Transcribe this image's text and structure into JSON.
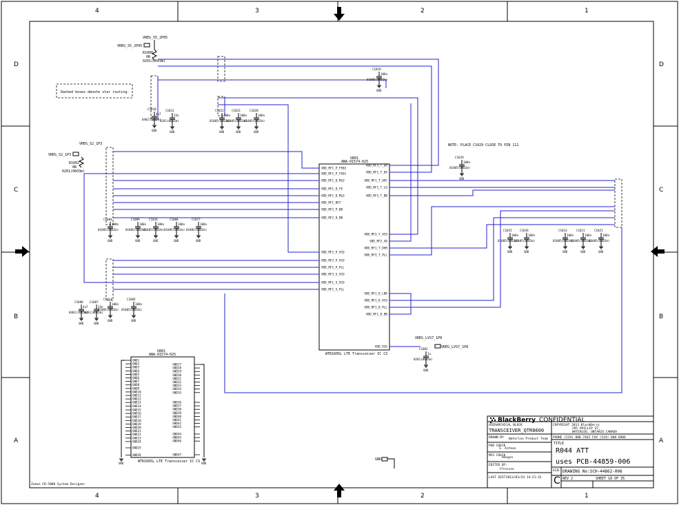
{
  "frame": {
    "columns": [
      "4",
      "3",
      "2",
      "1"
    ],
    "rows": [
      "D",
      "C",
      "B",
      "A"
    ]
  },
  "note_dashed": "Dashed boxes denote star routing.",
  "note_place": "NOTE: PLACE C1029 CLOSE TO PIN 111",
  "footer_tool": "Zuken CR-5000 System Designer",
  "gnd_label": "GND",
  "rails": {
    "vreg_s5": "VREG_S5_2P05",
    "vreg_l2": "VREG_S2_1P3",
    "vreg_lvs": "VREG_LVS7_1P8"
  },
  "ic_main": {
    "ref": "U801",
    "part": "ANA-01574-025",
    "caption": "WTR1605L LTE Transceiver IC CS",
    "left_pins": [
      "VDD_RF1_P_FE02",
      "VDD_RF1_P_FE01",
      "VDD_RF1_D_MLO",
      "VDD_RF1_D_FE",
      "VDD_RF1_D_MLO",
      "VDD_RF1_DET",
      "VDD_RF2_P_BB",
      "VDD_RF2_D_BB",
      "VDD_RF2_P_VCO",
      "VDD_RF2_P_VCO",
      "VDD_RF1_P_PLL",
      "VDD_RF3_S_VCO",
      "VDD_RF1_S_VCO",
      "VDD_RF1_S_PLL"
    ],
    "right_pins": [
      "VDD_RF3_T_DA",
      "VDD_RF1_T_DA",
      "VDD_RF1_T_UPC",
      "VDD_RF1_T_LO",
      "VDD_RF3_T_BB",
      "VDD_RF3_T_VCO",
      "VDD_RF2_XO",
      "VDD_RF1_T_DVH",
      "VDD_RF3_T_PLL",
      "VDD_RF1_D_LNA",
      "VDD_RF1_D_VCO",
      "VDD_RF1_D_PLL",
      "VDD_RF1_D_BB",
      "VDD_DIG"
    ]
  },
  "ic_gnd": {
    "ref": "U801",
    "part": "ANA-01574-025",
    "caption": "WTR1605L LTE Transceiver IC CS",
    "left_pins": [
      "GND1",
      "GND2",
      "GND3",
      "GND4",
      "GND5",
      "GND6",
      "GND7",
      "GND8",
      "GND9",
      "GND10",
      "GND11",
      "GND12",
      "GND13",
      "GND14",
      "GND15",
      "GND16",
      "GND17",
      "GND18",
      "GND19",
      "GND20",
      "GND21",
      "GND22",
      "GND23",
      "GND24",
      "GND25",
      "GND26"
    ],
    "right_pins": [
      "GND27",
      "GND28",
      "GND29",
      "GND30",
      "GND31",
      "GND32",
      "GND33",
      "GND34",
      "GND35",
      "GND36",
      "GND37",
      "GND38",
      "GND39",
      "GND40",
      "GND41",
      "GND42",
      "GND43",
      "GND44",
      "GND45",
      "GND46",
      "GND47"
    ]
  },
  "caps": [
    {
      "ref": "R1008",
      "val": "0R",
      "pkg": "0201(0603m)"
    },
    {
      "ref": "C1010",
      "val": "4u7",
      "pkg": "0402(1005m)"
    },
    {
      "ref": "C1012",
      "val": "33n",
      "pkg": "0201(0603m)"
    },
    {
      "ref": "C1019",
      "val": "100n",
      "pkg": "01005(0402m)"
    },
    {
      "ref": "C1022",
      "val": "100n",
      "pkg": "01005(0402m)"
    },
    {
      "ref": "C1023",
      "val": "100n",
      "pkg": "01005(0402m)"
    },
    {
      "ref": "C1020",
      "val": "100n",
      "pkg": "01005(0402m)"
    },
    {
      "ref": "R1002",
      "val": "0R",
      "pkg": "0201(0603m)"
    },
    {
      "ref": "C1029",
      "val": "100n",
      "pkg": "01005(0402m)"
    },
    {
      "ref": "C1004",
      "val": "100n",
      "pkg": "01005(0402m)"
    },
    {
      "ref": "C1009",
      "val": "100n",
      "pkg": "01005(0402m)"
    },
    {
      "ref": "C1026",
      "val": "100n",
      "pkg": "01005(0402m)"
    },
    {
      "ref": "C1006",
      "val": "100n",
      "pkg": "01005(0402m)"
    },
    {
      "ref": "C1017",
      "val": "100n",
      "pkg": "01005(0402m)"
    },
    {
      "ref": "C1008",
      "val": "4u7",
      "pkg": "0402(1005m)"
    },
    {
      "ref": "C1007",
      "val": "33n",
      "pkg": "0201(0603m)"
    },
    {
      "ref": "C1014",
      "val": "100n",
      "pkg": "01005(0402m)"
    },
    {
      "ref": "C1005",
      "val": "100n",
      "pkg": "01005(0402m)"
    },
    {
      "ref": "C1015",
      "val": "100n",
      "pkg": "01005(0402m)"
    },
    {
      "ref": "C1018",
      "val": "100n",
      "pkg": "01005(0402m)"
    },
    {
      "ref": "C1013",
      "val": "100n",
      "pkg": "01005(0402m)"
    },
    {
      "ref": "C1011",
      "val": "100n",
      "pkg": "01005(0402m)"
    },
    {
      "ref": "C1021",
      "val": "100n",
      "pkg": "01005(0402m)"
    },
    {
      "ref": "C1002",
      "val": "1u",
      "pkg": "0201(0603m)"
    }
  ],
  "title_block": {
    "brand": "BlackBerry",
    "confidential": "CONFIDENTIAL",
    "hier_label": "HIERARCHICAL BLOCK",
    "hier_value": "TRANSCEIVER_QTR8600",
    "copyright": "COPYRIGHT 2013 BlackBerry",
    "addr1": "295 PHILLIP ST,",
    "addr2": "WATERLOO, ONTARIO CANADA",
    "phone": "PHONE (519) 888-7465  FAX (519) 888-6906",
    "drawn_label": "DRAWN BY",
    "drawn_value": "Waterloo Product Team",
    "pad_label": "PAD CHECK",
    "pad_value": "S. Aitken",
    "mfg_label": "MFG CHECK",
    "mfg_value": "Hengxn",
    "edited_label": "EDITED BY:",
    "edited_value": "lfrosson",
    "last_edit_label": "LAST EDIT:",
    "last_edit_value": "2013/03/24  14:21:32",
    "title_label": "TITLE",
    "title_line1": "R044 ATT",
    "title_line2": "uses PCB-44859-006",
    "size_label": "SIZE",
    "size_value": "C",
    "drawing_no": "DRAWING No:SCH-44862-006",
    "rev": "REV 2",
    "sheet": "SHEET  18 OF 35"
  }
}
